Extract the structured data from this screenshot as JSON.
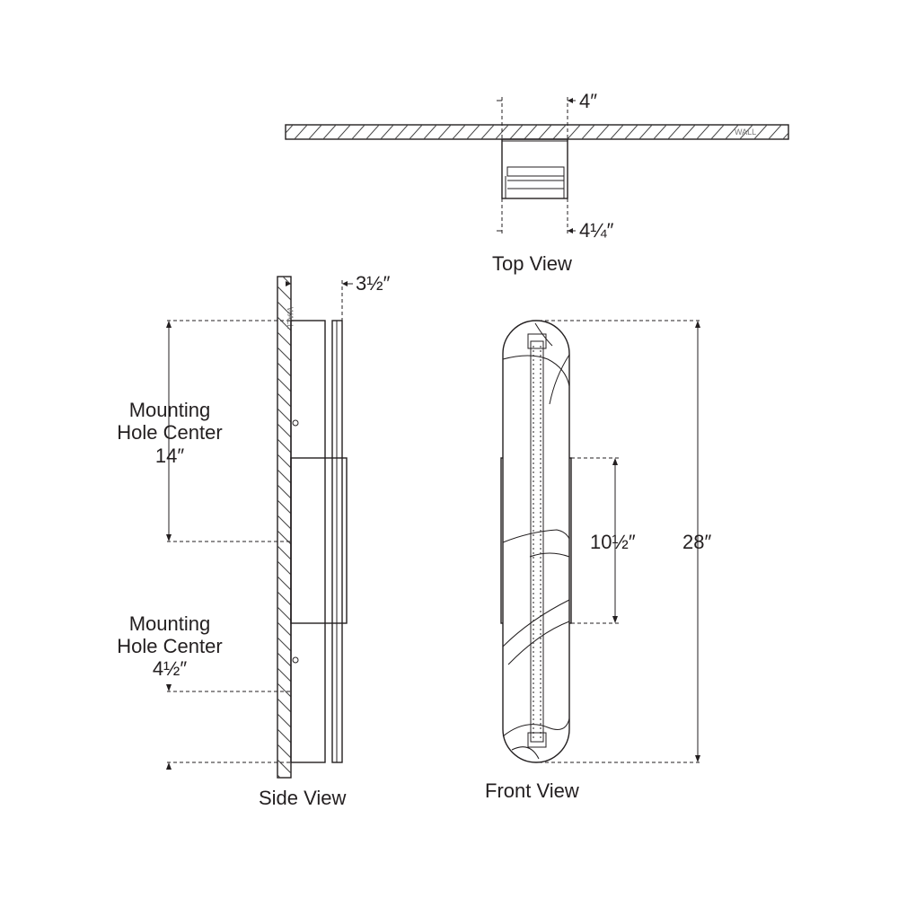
{
  "views": {
    "top": "Top View",
    "side": "Side View",
    "front": "Front View"
  },
  "wall_label": "WALL",
  "dimensions": {
    "top_depth": "4″",
    "top_width": "4¼″",
    "side_projection": "3½″",
    "front_backplate": "10½″",
    "front_height": "28″"
  },
  "mounting_upper": {
    "line1": "Mounting",
    "line2": "Hole Center",
    "line3": "14″"
  },
  "mounting_lower": {
    "line1": "Mounting",
    "line2": "Hole Center",
    "line3": "4½″"
  }
}
